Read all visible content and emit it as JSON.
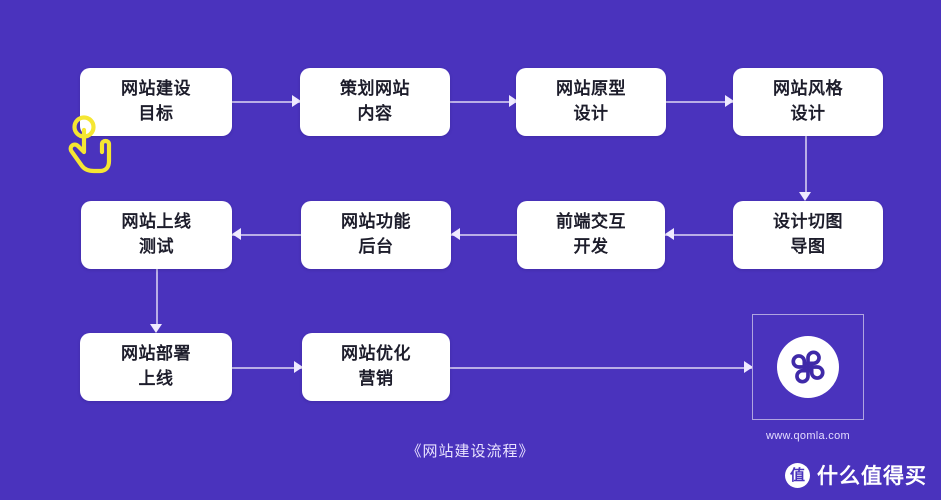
{
  "diagram": {
    "caption": "《网站建设流程》",
    "background_color": "#4a33bd",
    "node_fill": "#ffffff",
    "node_text_color": "#1d1d2b",
    "connector_color": "#b9aee6",
    "accent_cursor_color": "#f5e632",
    "nodes": [
      {
        "id": "n1",
        "label": "网站建设\n目标",
        "row": 1,
        "col": 1
      },
      {
        "id": "n2",
        "label": "策划网站\n内容",
        "row": 1,
        "col": 2
      },
      {
        "id": "n3",
        "label": "网站原型\n设计",
        "row": 1,
        "col": 3
      },
      {
        "id": "n4",
        "label": "网站风格\n设计",
        "row": 1,
        "col": 4
      },
      {
        "id": "n5",
        "label": "网站上线\n测试",
        "row": 2,
        "col": 1
      },
      {
        "id": "n6",
        "label": "网站功能\n后台",
        "row": 2,
        "col": 2
      },
      {
        "id": "n7",
        "label": "前端交互\n开发",
        "row": 2,
        "col": 3
      },
      {
        "id": "n8",
        "label": "设计切图\n导图",
        "row": 2,
        "col": 4
      },
      {
        "id": "n9",
        "label": "网站部署\n上线",
        "row": 3,
        "col": 1
      },
      {
        "id": "n10",
        "label": "网站优化\n营销",
        "row": 3,
        "col": 2
      }
    ]
  },
  "logo": {
    "url_text": "www.qomla.com",
    "mark_name": "qomla-clover-logo"
  },
  "watermark": {
    "badge_char": "值",
    "text": "什么值得买"
  },
  "cursor": {
    "icon_name": "hand-tap-cursor-icon"
  }
}
